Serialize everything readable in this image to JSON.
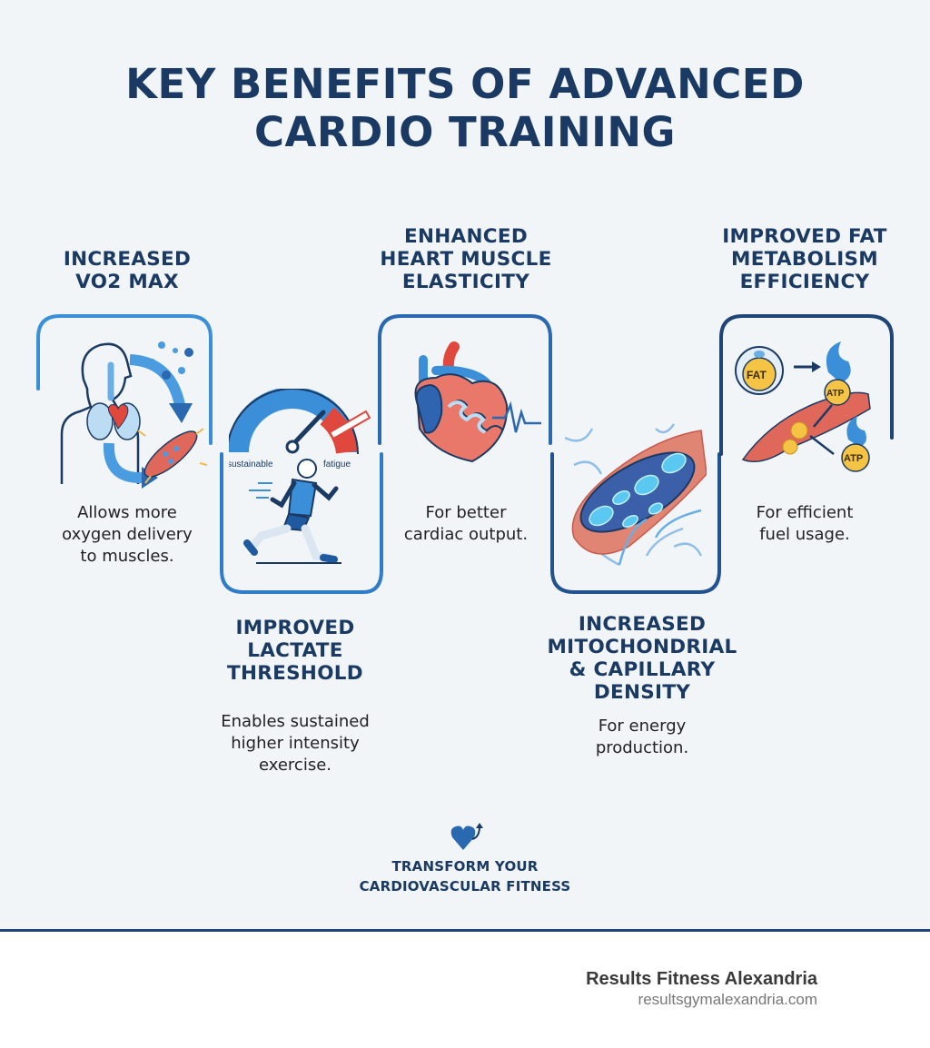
{
  "title": {
    "line1": "KEY BENEFITS OF ADVANCED",
    "line2": "CARDIO TRAINING"
  },
  "benefits": [
    {
      "heading": [
        "INCREASED",
        "VO2 MAX"
      ],
      "description": [
        "Allows more",
        "oxygen delivery",
        "to muscles."
      ],
      "icon": "lungs-heart-oxygen-to-muscle-icon"
    },
    {
      "heading": [
        "IMPROVED",
        "LACTATE",
        "THRESHOLD"
      ],
      "description": [
        "Enables sustained",
        "higher intensity",
        "exercise."
      ],
      "icon": "gauge-runner-icon",
      "gauge_labels": {
        "left": "sustainable",
        "right": "fatigue"
      }
    },
    {
      "heading": [
        "ENHANCED",
        "HEART MUSCLE",
        "ELASTICITY"
      ],
      "description": [
        "For better",
        "cardiac output."
      ],
      "icon": "heart-spring-ecg-icon"
    },
    {
      "heading": [
        "INCREASED",
        "MITOCHONDRIAL",
        "& CAPILLARY",
        "DENSITY"
      ],
      "description": [
        "For energy",
        "production."
      ],
      "icon": "mitochondria-capillaries-icon"
    },
    {
      "heading": [
        "IMPROVED FAT",
        "METABOLISM",
        "EFFICIENCY"
      ],
      "description": [
        "For efficient",
        "fuel usage."
      ],
      "icon": "fat-to-atp-icon",
      "labels": {
        "fat": "FAT",
        "atp": "ATP"
      }
    }
  ],
  "cta": {
    "icon": "heart-arrow-up-icon",
    "line1": "TRANSFORM YOUR",
    "line2": "CARDIOVASCULAR FITNESS"
  },
  "brand": {
    "name": "Results Fitness Alexandria",
    "url": "resultsgymalexandria.com"
  },
  "colors": {
    "navy": "#1b3a63",
    "light_blue": "#3a8fd8",
    "dark_blue": "#1f5aa0",
    "red": "#e0483d",
    "background": "#f1f5f8",
    "divider": "#1f4576"
  }
}
